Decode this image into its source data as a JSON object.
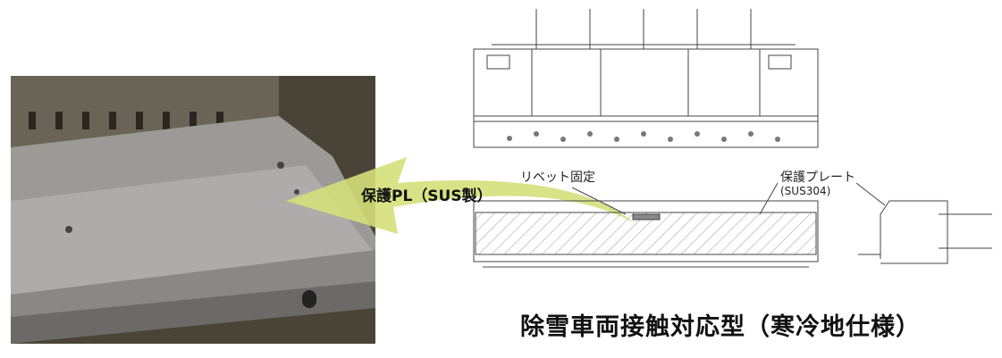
{
  "photo_label": "保護PL（SUS製）",
  "drawing": {
    "rivet_label": "リベット固定",
    "plate_label": "保護プレート",
    "plate_material": "(SUS304)"
  },
  "title": "除雪車両接触対応型（寒冷地仕様）",
  "colors": {
    "arrow": "#d4e07a",
    "photo_bg": "#3a3630"
  }
}
